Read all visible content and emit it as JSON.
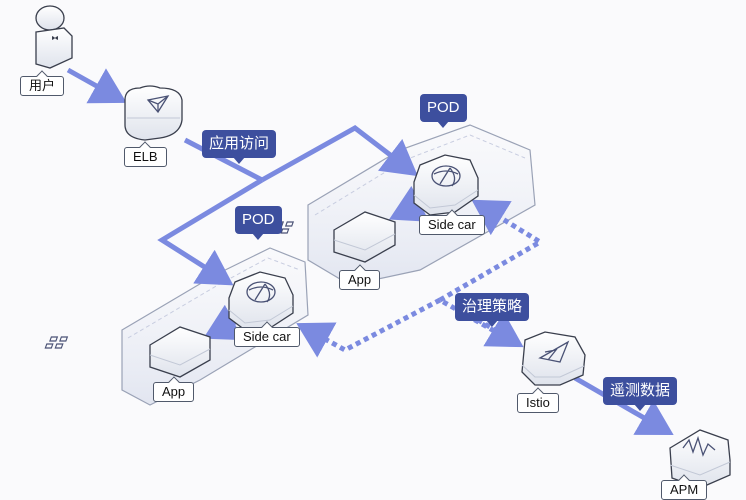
{
  "colors": {
    "arrow": "#7b8ae0",
    "tag_bg": "#3d4f9e",
    "tag_text": "#ffffff",
    "pod_outline": "#9aa2b6",
    "device_outline": "#3a3f4d"
  },
  "nodes": {
    "user": {
      "label": "用户",
      "icon": "user-icon"
    },
    "elb": {
      "label": "ELB",
      "icon": "load-balancer-icon"
    },
    "sidecar_1": {
      "label": "Side car",
      "icon": "network-globe-icon"
    },
    "app_1": {
      "label": "App",
      "icon": "app-grid-icon"
    },
    "sidecar_2": {
      "label": "Side car",
      "icon": "network-globe-icon"
    },
    "app_2": {
      "label": "App",
      "icon": "app-grid-icon"
    },
    "istio": {
      "label": "Istio",
      "icon": "istio-sail-icon"
    },
    "apm": {
      "label": "APM",
      "icon": "waveform-icon"
    }
  },
  "groups": {
    "pod_top": {
      "label": "POD"
    },
    "pod_bottom": {
      "label": "POD"
    }
  },
  "edge_labels": {
    "app_access": "应用访问",
    "governance_policy": "治理策略",
    "telemetry": "遥测数据"
  },
  "edges": [
    {
      "from": "user",
      "to": "elb",
      "style": "solid"
    },
    {
      "from": "elb",
      "to": "sidecar_1",
      "style": "solid",
      "label": "应用访问"
    },
    {
      "from": "elb",
      "to": "sidecar_2",
      "style": "solid",
      "label": "应用访问"
    },
    {
      "from": "sidecar_1",
      "to": "app_1",
      "style": "solid"
    },
    {
      "from": "sidecar_2",
      "to": "app_2",
      "style": "solid"
    },
    {
      "from": "istio",
      "to": "sidecar_1",
      "style": "dashed",
      "label": "治理策略"
    },
    {
      "from": "istio",
      "to": "sidecar_2",
      "style": "dashed",
      "label": "治理策略"
    },
    {
      "from": "istio",
      "to": "apm",
      "style": "solid",
      "label": "遥测数据"
    }
  ]
}
